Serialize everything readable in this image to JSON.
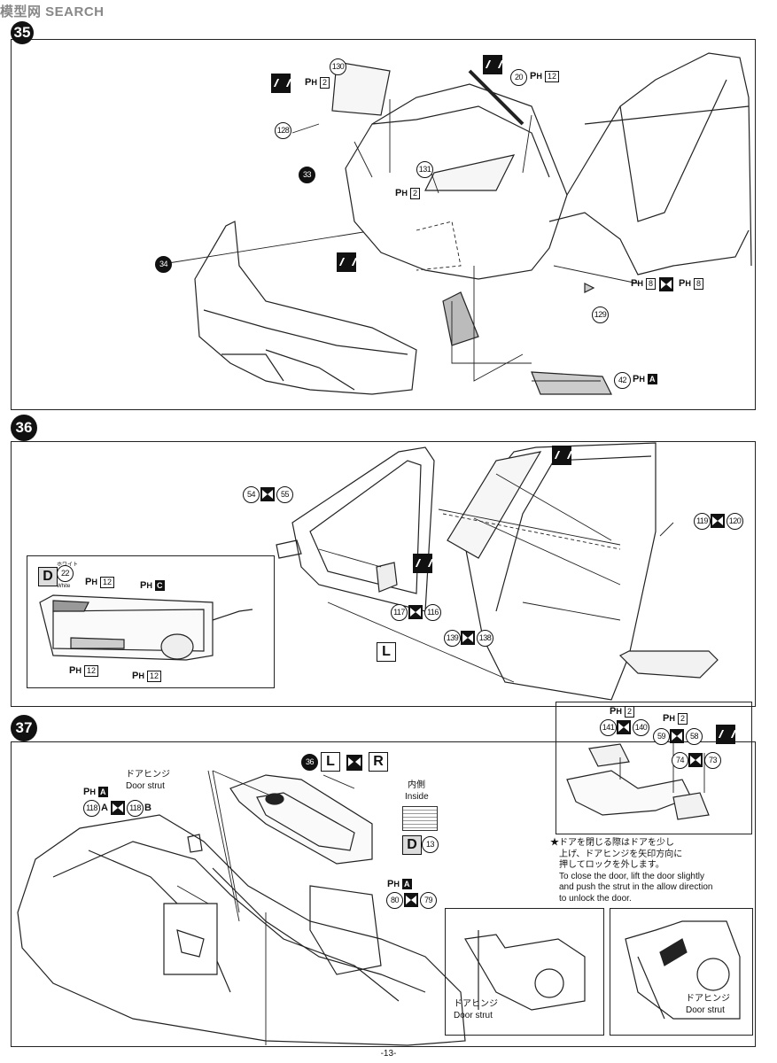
{
  "header": {
    "site_logo": "模型网 SEARCH"
  },
  "steps": {
    "s35": {
      "parts": {
        "p130": "130",
        "p128": "128",
        "p33": "33",
        "p20": "20",
        "p131": "131",
        "p34": "34",
        "p129": "129",
        "p42": "42"
      },
      "ph": {
        "a": "2",
        "b": "12",
        "c": "2",
        "d": "8",
        "e": "8",
        "f": "A"
      }
    },
    "s36": {
      "number": "36",
      "parts": {
        "p54": "54",
        "p55": "55",
        "p119": "119",
        "p120": "120",
        "p117": "117",
        "p116": "116",
        "p139": "139",
        "p138": "138",
        "p22": "22"
      },
      "ph": {
        "a": "12",
        "b": "C",
        "c": "12",
        "d": "12"
      },
      "decal_D": "D",
      "white_label": "ホワイト",
      "white_en": "White",
      "side_L": "L"
    },
    "s37": {
      "number": "37",
      "parts": {
        "p36": "36",
        "p118": "118",
        "p118b": "118",
        "p141": "141",
        "p140": "140",
        "p59": "59",
        "p58": "58",
        "p74": "74",
        "p73": "73",
        "p80": "80",
        "p79": "79",
        "p13": "13"
      },
      "letters": {
        "L": "L",
        "R": "R",
        "A": "A",
        "B": "B",
        "D": "D"
      },
      "ph": {
        "a": "A",
        "b": "2",
        "c": "2",
        "d": "A"
      },
      "strut_jp": "ドアヒンジ",
      "strut_en": "Door strut",
      "inside_jp": "内側",
      "inside_en": "Inside",
      "note_jp_1": "★ドアを閉じる際はドアを少し",
      "note_jp_2": "上げ、ドアヒンジを矢印方向に",
      "note_jp_3": "押してロックを外します。",
      "note_en_1": "To close the door, lift the door slightly",
      "note_en_2": "and push the strut in the allow direction",
      "note_en_3": "to unlock the door."
    }
  },
  "footer": {
    "page": "-13-"
  }
}
